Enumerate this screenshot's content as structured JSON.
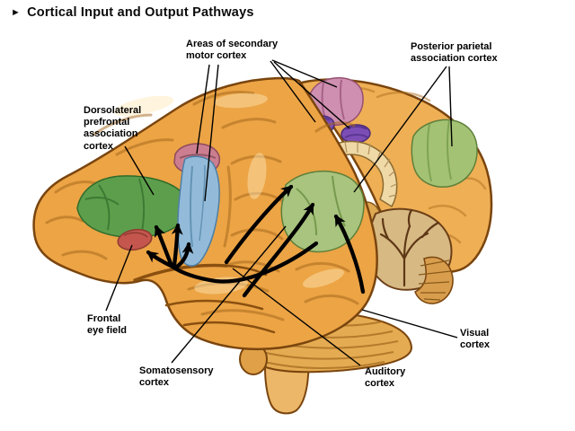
{
  "title": {
    "bullet": "►",
    "text": "Cortical Input and Output Pathways"
  },
  "labels": {
    "secondary_motor": {
      "text": "Areas of secondary\nmotor cortex"
    },
    "posterior_parietal": {
      "text": "Posterior parietal\nassociation cortex"
    },
    "dorsolateral_prefrontal": {
      "text": "Dorsolateral\nprefrontal\nassociation\ncortex"
    },
    "frontal_eye_field": {
      "text": "Frontal\neye field"
    },
    "somatosensory": {
      "text": "Somatosensory\ncortex"
    },
    "auditory": {
      "text": "Auditory\ncortex"
    },
    "visual": {
      "text": "Visual\ncortex"
    }
  },
  "colors": {
    "brain_base": "#ECA445",
    "brain_medial": "#EFAF55",
    "brain_outline": "#7A450E",
    "cerebellum": "#E5AB52",
    "cerebellum_medial": "#D7B983",
    "vermis": "#D89E4E",
    "brainstem": "#ECB768",
    "corpus_callosum": "#EFD9A6",
    "prefrontal_green": "#5D9E4C",
    "frontal_eye_field_red": "#C4564E",
    "motor_strip_blue": "#93BBD9",
    "premotor_pink": "#CB7E8F",
    "sma_pink": "#CE8FB0",
    "cingulate_purple": "#7C4EB5",
    "parietal_green_lateral": "#A8C47E",
    "parietal_green_medial": "#A4C273",
    "pathway_arrow": "#000000"
  }
}
